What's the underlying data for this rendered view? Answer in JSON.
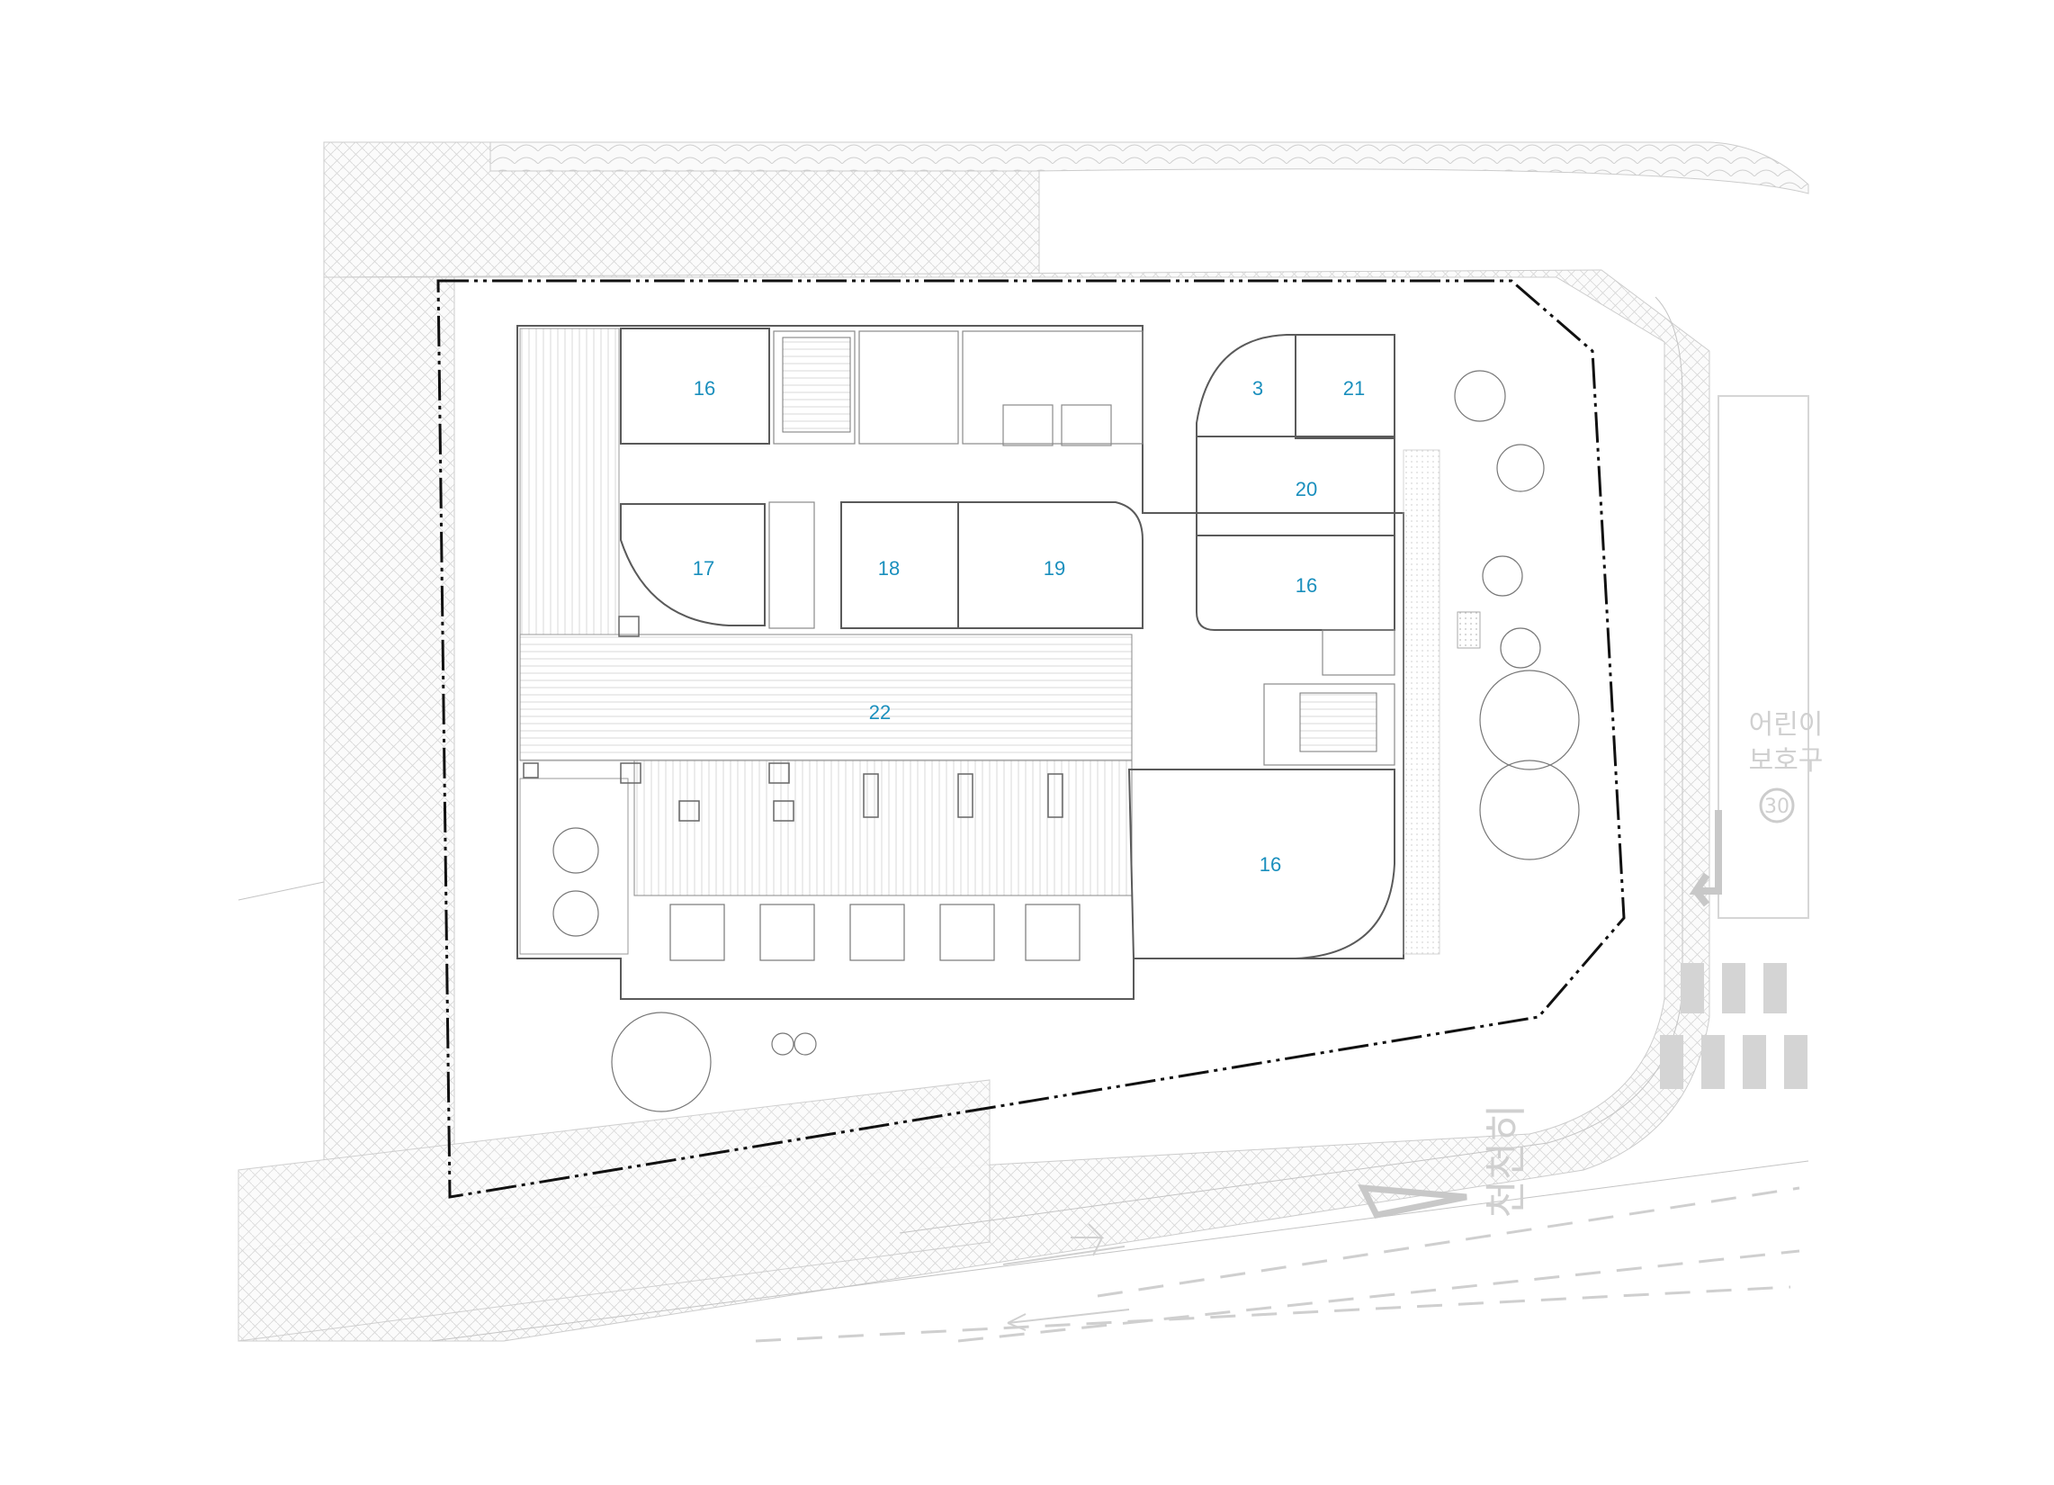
{
  "plan": {
    "room_labels": {
      "room_16_nw": "16",
      "room_3": "3",
      "room_21": "21",
      "room_20": "20",
      "room_17": "17",
      "room_18": "18",
      "room_19": "19",
      "room_16_e": "16",
      "room_22": "22",
      "room_16_se": "16"
    },
    "road_markings": {
      "school_zone_line1": "어린이",
      "school_zone_line2": "보호구",
      "speed_limit": "30",
      "slow_text": "천천히"
    },
    "colors": {
      "room_label": "#1a8fbd",
      "wall": "#5a5a5a",
      "road_marking": "#d0d0d0",
      "boundary": "#111111"
    }
  }
}
